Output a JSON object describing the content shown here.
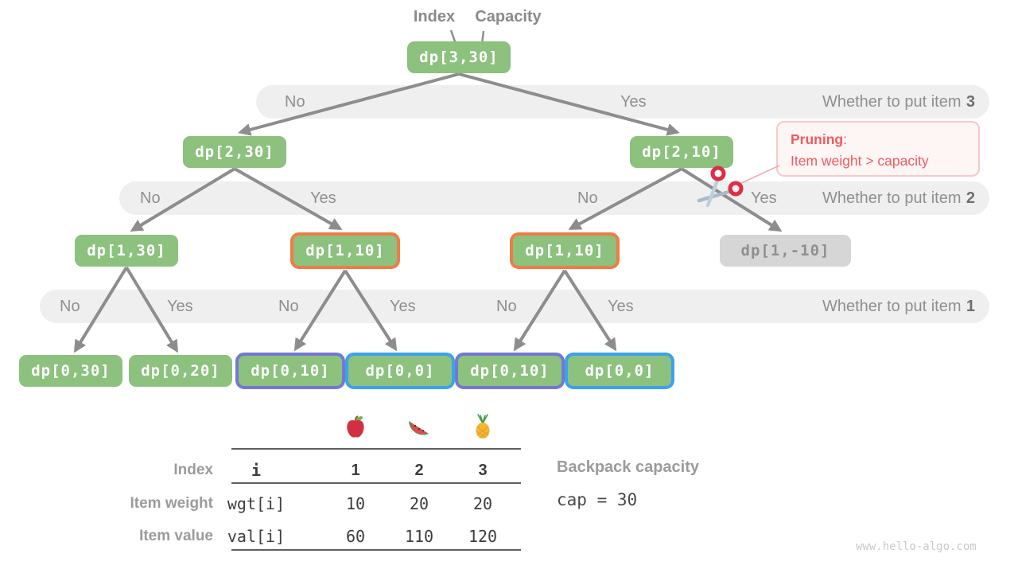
{
  "pointer_labels": {
    "index": "Index",
    "capacity": "Capacity"
  },
  "nodes": {
    "root": {
      "label": "dp[3,30]"
    },
    "l2_left": {
      "label": "dp[2,30]"
    },
    "l2_right": {
      "label": "dp[2,10]"
    },
    "l3_1": {
      "label": "dp[1,30]"
    },
    "l3_2": {
      "label": "dp[1,10]"
    },
    "l3_3": {
      "label": "dp[1,10]"
    },
    "l3_4": {
      "label": "dp[1,-10]"
    },
    "l4_1": {
      "label": "dp[0,30]"
    },
    "l4_2": {
      "label": "dp[0,20]"
    },
    "l4_3": {
      "label": "dp[0,10]"
    },
    "l4_4": {
      "label": "dp[0,0]"
    },
    "l4_5": {
      "label": "dp[0,10]"
    },
    "l4_6": {
      "label": "dp[0,0]"
    }
  },
  "bands": {
    "item3": {
      "labels": [
        "No",
        "Yes"
      ],
      "question": "Whether to put item",
      "number": "3"
    },
    "item2": {
      "labels": [
        "No",
        "Yes",
        "No",
        "Yes"
      ],
      "question": "Whether to put item",
      "number": "2"
    },
    "item1": {
      "labels": [
        "No",
        "Yes",
        "No",
        "Yes",
        "No",
        "Yes"
      ],
      "question": "Whether to put item",
      "number": "1"
    }
  },
  "pruning": {
    "title": "Pruning",
    "colon": ":",
    "text": "Item weight > capacity"
  },
  "icons": {
    "scissors": "scissors-icon",
    "fruits": [
      "apple-icon",
      "watermelon-icon",
      "pineapple-icon"
    ]
  },
  "table": {
    "row_headers": [
      "Index",
      "Item weight",
      "Item value"
    ],
    "col1": [
      "i",
      "wgt[i]",
      "val[i]"
    ],
    "index_values": [
      "1",
      "2",
      "3"
    ],
    "weight_values": [
      "10",
      "20",
      "20"
    ],
    "value_values": [
      "60",
      "110",
      "120"
    ]
  },
  "capacity": {
    "label": "Backpack capacity",
    "value": "cap = 30"
  },
  "watermark": "www.hello-algo.com",
  "colors": {
    "node_green": "#8cc17e",
    "node_gray": "#d6d6d6",
    "border_orange": "#ef7c45",
    "border_purple": "#7478d1",
    "border_blue": "#3aa2ef",
    "band_gray": "#efefef",
    "edge_gray": "#8d8d8d",
    "pruning_red": "#f15b5e"
  }
}
